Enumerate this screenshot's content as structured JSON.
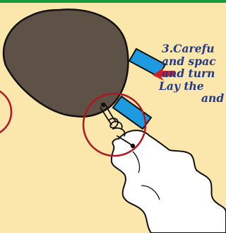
{
  "instruction_lines": [
    "3.Carefu",
    "and spac",
    "and turn",
    "Lay the",
    "and"
  ],
  "colors": {
    "background": "#fbe7ac",
    "top_bar": "#179a3c",
    "balloon": "#5e5247",
    "balloon_outline": "#111111",
    "tape": "#1e9be0",
    "highlight_circle": "#b11622",
    "arrow": "#d0202a",
    "cloth": "#ffffff",
    "text": "#243a86"
  },
  "icons": {
    "arrow": "red-arrow-icon",
    "tie": "string-tie-icon"
  }
}
